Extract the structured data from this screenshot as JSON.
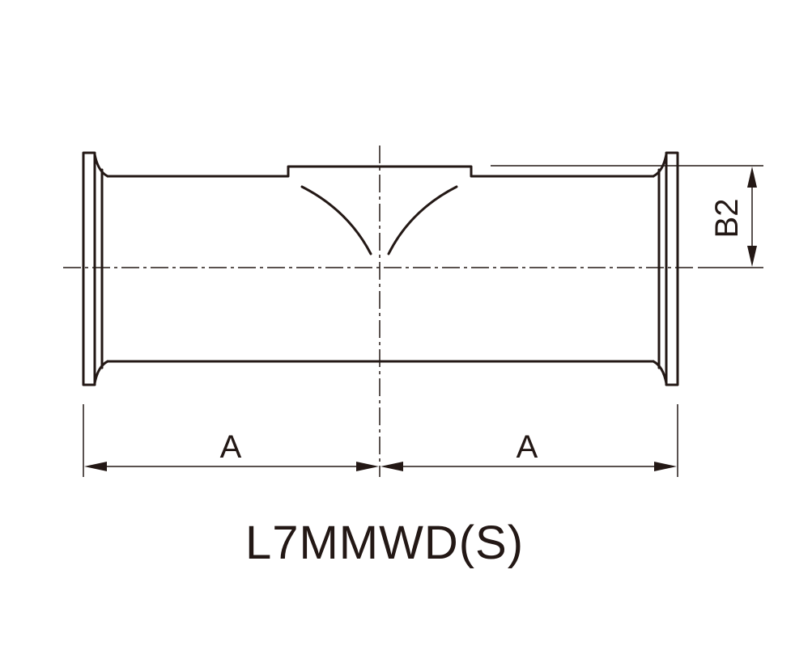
{
  "diagram": {
    "model_label": "L7MMWD(S)",
    "dim_a_left": "A",
    "dim_a_right": "A",
    "dim_b2": "B2",
    "line_color": "#231815"
  }
}
